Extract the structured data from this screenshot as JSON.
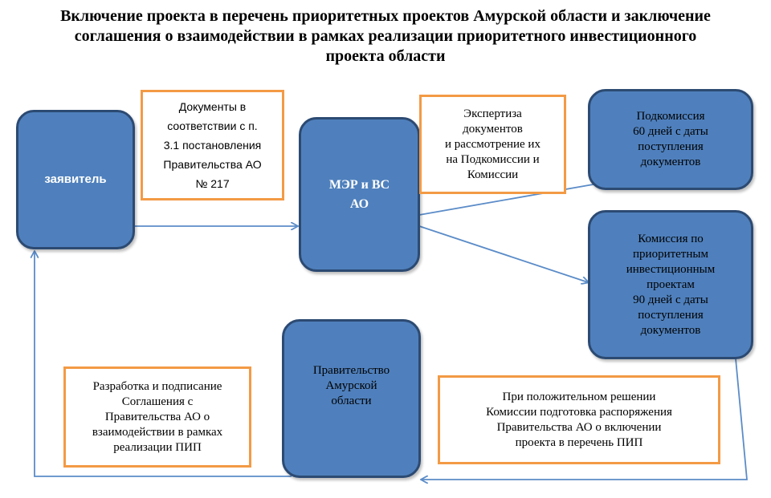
{
  "title": {
    "lines": [
      "Включение проекта в перечень приоритетных проектов Амурской области и заключение",
      "соглашения о взаимодействии в рамках реализации приоритетного инвестиционного",
      "проекта области"
    ]
  },
  "nodes": {
    "applicant": {
      "lines": [
        "заявитель"
      ]
    },
    "mer": {
      "lines": [
        "МЭР и ВС",
        "АО"
      ]
    },
    "subcommission": {
      "lines": [
        "Подкомиссия",
        "60 дней с даты",
        "поступления",
        "документов"
      ]
    },
    "commission": {
      "lines": [
        "Комиссия по",
        "приоритетным",
        "инвестиционным",
        "проектам",
        "90 дней с даты",
        "поступления",
        "документов"
      ]
    },
    "government": {
      "lines": [
        "Правительство",
        "Амурской",
        "области"
      ]
    }
  },
  "notes": {
    "documents": {
      "lines": [
        "Документы  в",
        "соответствии с п.",
        "3.1 постановления",
        "Правительства АО",
        "№ 217"
      ]
    },
    "expertise": {
      "lines": [
        "Экспертиза",
        "документов",
        "и рассмотрение их",
        "на Подкомиссии и",
        "Комиссии"
      ]
    },
    "decision": {
      "lines": [
        "При положительном решении",
        "Комиссии подготовка распоряжения",
        "Правительства АО  о включении",
        "проекта в перечень ПИП"
      ]
    },
    "agreement": {
      "lines": [
        "Разработка и подписание",
        "Соглашения  с",
        "Правительства АО  о",
        "взаимодействии в рамках",
        "реализации ПИП"
      ]
    }
  },
  "colors": {
    "node_fill": "#4f80bd",
    "node_border": "#2c4a72",
    "note_border": "#f39a45",
    "arrow": "#5b8cc8"
  }
}
